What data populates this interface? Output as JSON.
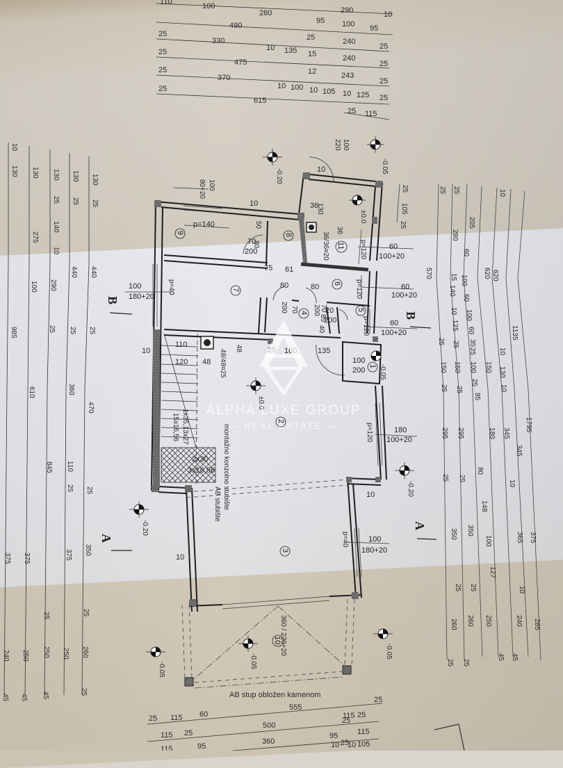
{
  "watermark": {
    "brand_name": "ALPHA LUXE GROUP",
    "brand_sub": "— REAL ESTATE —",
    "logo_icon": "triangle-a-logo-icon"
  },
  "plan": {
    "type": "architectural-floor-plan",
    "top_dimensions": [
      {
        "row": 1,
        "values": [
          "110",
          "100",
          "280",
          "290",
          "10"
        ]
      },
      {
        "row": 2,
        "values": [
          "490",
          "95",
          "100",
          "95"
        ]
      },
      {
        "row": 3,
        "values": [
          "25",
          "330",
          "10",
          "135",
          "25",
          "240",
          "25"
        ]
      },
      {
        "row": 4,
        "values": [
          "25",
          "475",
          "15",
          "240",
          "25"
        ]
      },
      {
        "row": 5,
        "values": [
          "25",
          "370",
          "12",
          "243",
          "25"
        ]
      },
      {
        "row": 6,
        "values": [
          "25",
          "615",
          "10",
          "100",
          "10",
          "105",
          "10",
          "125",
          "25"
        ]
      },
      {
        "row": 7,
        "values": [
          "25",
          "115"
        ]
      }
    ],
    "left_dimensions": [
      {
        "chain": 1,
        "values": [
          "130",
          "25",
          "440",
          "25",
          "470",
          "25",
          "350",
          "25",
          "260",
          "25",
          "45"
        ]
      },
      {
        "chain": 2,
        "values": [
          "130",
          "25",
          "440",
          "25",
          "360",
          "110",
          "25",
          "375",
          "250",
          "10",
          "25",
          "10"
        ]
      },
      {
        "chain": 3,
        "values": [
          "130",
          "25",
          "140",
          "10",
          "290",
          "25",
          "845",
          "25",
          "250",
          "45"
        ]
      },
      {
        "chain": 4,
        "values": [
          "130",
          "275",
          "100",
          "610",
          "375",
          "250",
          "45"
        ]
      },
      {
        "chain": 5,
        "values": [
          "10",
          "130",
          "985",
          "375",
          "240",
          "45"
        ]
      }
    ],
    "right_dimensions": [
      {
        "chain": 1,
        "values": [
          "1795"
        ]
      },
      {
        "chain": 2,
        "values": [
          "1135",
          "345",
          "375",
          "285"
        ]
      },
      {
        "chain": 3,
        "values": [
          "10",
          "620",
          "10",
          "130",
          "10",
          "345",
          "10",
          "365",
          "10",
          "240",
          "45"
        ]
      },
      {
        "chain": 4,
        "values": [
          "620",
          "150",
          "180",
          "80",
          "148",
          "100",
          "127",
          "250",
          "45"
        ]
      },
      {
        "chain": 5,
        "values": [
          "205",
          "60",
          "100",
          "60",
          "100",
          "60",
          "35",
          "25",
          "100",
          "25",
          "85",
          "180",
          "100",
          "10",
          "25",
          "10"
        ]
      },
      {
        "chain": 6,
        "values": [
          "25",
          "280",
          "15",
          "140",
          "10",
          "125",
          "25",
          "150",
          "25",
          "295",
          "25",
          "350",
          "25",
          "260",
          "25"
        ]
      },
      {
        "chain": 7,
        "values": [
          "25",
          "570",
          "25",
          "150",
          "25",
          "295",
          "25",
          "350",
          "25",
          "260",
          "25"
        ]
      },
      {
        "chain": 8,
        "values": [
          "25",
          "105",
          "25"
        ]
      }
    ],
    "bottom_dimensions": [
      {
        "row": 1,
        "values": [
          "25",
          "115",
          "60",
          "555",
          "25",
          "115",
          "25"
        ]
      },
      {
        "row": 2,
        "values": [
          "115",
          "25",
          "500",
          "25",
          "115"
        ]
      },
      {
        "row": 3,
        "values": [
          "115",
          "95",
          "360",
          "95",
          "10",
          "25",
          "10",
          "105"
        ]
      }
    ],
    "rooms": [
      {
        "id": "1",
        "label": "1",
        "note": "100 / 220"
      },
      {
        "id": "2",
        "label": "2",
        "note": "±0.0"
      },
      {
        "id": "3",
        "label": "3"
      },
      {
        "id": "4",
        "label": "4"
      },
      {
        "id": "5",
        "label": "5"
      },
      {
        "id": "6",
        "label": "6"
      },
      {
        "id": "7",
        "label": "7"
      },
      {
        "id": "8",
        "label": "8"
      },
      {
        "id": "9",
        "label": "9"
      },
      {
        "id": "10",
        "label": "10"
      },
      {
        "id": "11",
        "label": "11"
      }
    ],
    "windows": [
      {
        "id": "w1",
        "sill": "p=140",
        "size_top": "",
        "size_bot": ""
      },
      {
        "id": "w2",
        "sill": "p=40",
        "size_top": "100",
        "size_bot": "180+20"
      },
      {
        "id": "w3",
        "sill": "p=120",
        "size_top": "60",
        "size_bot": "100+20"
      },
      {
        "id": "w4",
        "sill": "p=120",
        "size_top": "60",
        "size_bot": "100+20"
      },
      {
        "id": "w5",
        "sill": "p=120",
        "size_top": "60",
        "size_bot": "100+20"
      },
      {
        "id": "w6",
        "sill": "p=120",
        "size_top": "180",
        "size_bot": "100+20"
      },
      {
        "id": "w7",
        "sill": "p=40",
        "size_top": "100",
        "size_bot": "180+20"
      },
      {
        "id": "w8",
        "sill": "",
        "size_top": "100",
        "size_bot": "80+20"
      }
    ],
    "doors": [
      {
        "id": "d-entry-top",
        "size": "100 / 220"
      },
      {
        "id": "d-8",
        "size": "70 / 200"
      },
      {
        "id": "d-4a",
        "size": "70 / 200"
      },
      {
        "id": "d-4b",
        "size": "70 / 200"
      },
      {
        "id": "d-5",
        "size": "70 / 200"
      },
      {
        "id": "d-1",
        "size": "100 / 220"
      },
      {
        "id": "d-terrace",
        "size": "360 / 220+20"
      }
    ],
    "elevations": [
      "-0.05",
      "-0.20",
      "±0.0",
      "-0.05",
      "-0.20",
      "±0.0",
      "-0.20",
      "-0.05",
      "-0.05",
      "-0.05",
      "-0.20"
    ],
    "section_markers": [
      "A",
      "A",
      "B",
      "B"
    ],
    "annotations": {
      "chimney_a": "36/36¤20",
      "chimney_b": "48/48¤25",
      "stair_a": "1x35,13x27",
      "stair_b": "15x16,56",
      "landing_a": "2x30",
      "landing_b": "3x16,56",
      "stair_note_1": "montažno konzolno stubište",
      "stair_note_2": "AB stubište",
      "column_note": "AB stup obložen kamenom"
    },
    "inner_dims": {
      "d36": "36",
      "d130": "130",
      "d36b": "36",
      "d10a": "10",
      "d50": "50",
      "d80a": "80",
      "d75": "75",
      "d61": "61",
      "d80b": "80",
      "d80c": "80",
      "d200a": "200",
      "d70a": "70",
      "d200b": "200",
      "d70b": "70",
      "d85": "85",
      "d40": "40",
      "d20": "20",
      "d200c": "200",
      "d70c": "70",
      "d10b": "10",
      "d25": "25",
      "d100": "100",
      "d135": "135",
      "d110": "110",
      "d120": "120",
      "d48a": "48",
      "d48b": "48",
      "d10c": "10",
      "d10d": "10",
      "d10e": "10",
      "d10f": "10",
      "d105": "105"
    }
  }
}
